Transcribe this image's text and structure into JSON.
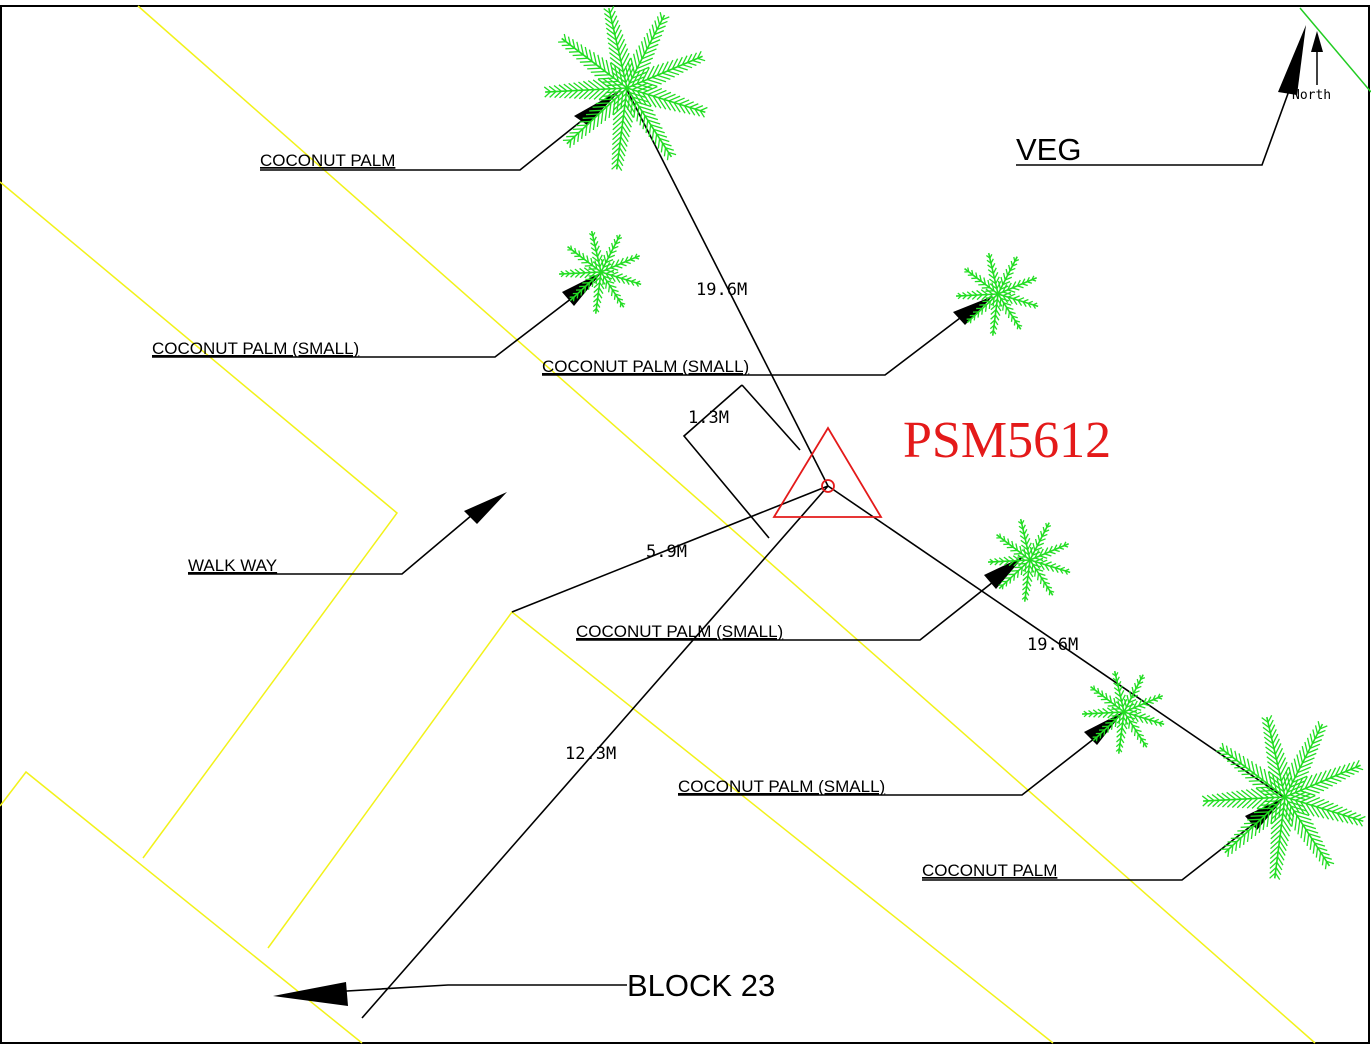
{
  "survey_marker": {
    "id": "PSM5612",
    "color": "#e41a1a"
  },
  "labels": {
    "coconut_palm_top": "COCONUT PALM",
    "coconut_palm_small_left": "COCONUT PALM (SMALL)",
    "coconut_palm_small_center": "COCONUT PALM (SMALL)",
    "walk_way": "WALK WAY",
    "coconut_palm_small_lower": "COCONUT PALM (SMALL)",
    "coconut_palm_small_bottom": "COCONUT PALM (SMALL)",
    "coconut_palm_bottom_right": "COCONUT PALM",
    "veg": "VEG",
    "block": "BLOCK 23"
  },
  "north_arrow": {
    "label": "North"
  },
  "dimensions": {
    "to_top_palm": "19.6M",
    "offset_short": "1.3M",
    "offset_walkway": "5.9M",
    "to_block": "12.3M",
    "to_bottom_palm": "19.6M"
  },
  "colors": {
    "boundary_lines": "#f2f21a",
    "palm_foliage": "#22dd22",
    "leader_lines": "#000000"
  },
  "icons": [
    "coconut-palm-icon",
    "north-arrow-icon",
    "survey-marker-triangle-icon"
  ]
}
